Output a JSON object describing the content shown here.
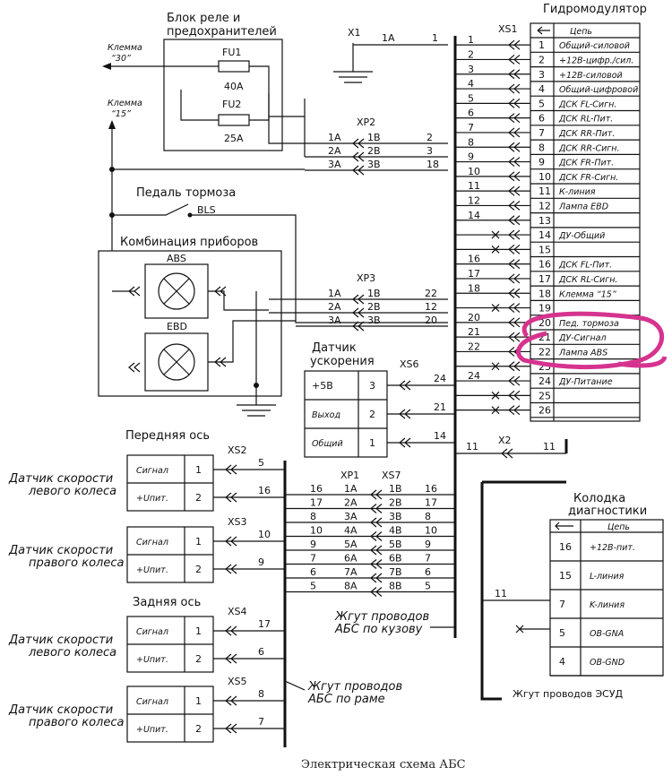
{
  "caption": "Электрическая схема АБС",
  "relay_block": {
    "title_1": "Блок реле и",
    "title_2": "предохранителей",
    "fu1": "FU1",
    "fu1_rating": "40A",
    "fu2": "FU2",
    "fu2_rating": "25A"
  },
  "terminals": {
    "k30_1": "Клемма",
    "k30_2": "“30”",
    "k15_1": "Клемма",
    "k15_2": "“15”"
  },
  "x1": {
    "name": "X1",
    "pin": "1A"
  },
  "brake": {
    "title": "Педаль тормоза",
    "switch": "BLS"
  },
  "cluster": {
    "title": "Комбинация приборов",
    "abs": "ABS",
    "ebd": "EBD"
  },
  "xp2": {
    "name": "XP2",
    "rows": [
      {
        "a": "1A",
        "b": "1B",
        "w": "2"
      },
      {
        "a": "2A",
        "b": "2B",
        "w": "3"
      },
      {
        "a": "3A",
        "b": "3B",
        "w": "18"
      }
    ]
  },
  "xp3": {
    "name": "XP3",
    "rows": [
      {
        "a": "1A",
        "b": "1B",
        "w": "22"
      },
      {
        "a": "2A",
        "b": "2B",
        "w": "12"
      },
      {
        "a": "3A",
        "b": "3B",
        "w": "20"
      }
    ]
  },
  "modulator": {
    "title": "Гидромодулятор",
    "connector": "XS1",
    "header": "Цепь",
    "pins": [
      {
        "n": "1",
        "label": "Общий-силовой",
        "w": "1"
      },
      {
        "n": "2",
        "label": "+12B-цифр./сил.",
        "w": "2"
      },
      {
        "n": "3",
        "label": "+12B-силовой",
        "w": "3"
      },
      {
        "n": "4",
        "label": "Общий-цифровой",
        "w": "4"
      },
      {
        "n": "5",
        "label": "ДСК FL-Сигн.",
        "w": "5"
      },
      {
        "n": "6",
        "label": "ДСК RL-Пит.",
        "w": "6"
      },
      {
        "n": "7",
        "label": "ДСК RR-Пит.",
        "w": "7"
      },
      {
        "n": "8",
        "label": "ДСК RR-Сигн.",
        "w": "8"
      },
      {
        "n": "9",
        "label": "ДСК FR-Пит.",
        "w": "9"
      },
      {
        "n": "10",
        "label": "ДСК FR-Сигн.",
        "w": "10"
      },
      {
        "n": "11",
        "label": "К-линия",
        "w": "11"
      },
      {
        "n": "12",
        "label": "Лампа EBD",
        "w": "12"
      },
      {
        "n": "13",
        "label": "",
        "w": "14"
      },
      {
        "n": "14",
        "label": "ДУ-Общий",
        "w": ""
      },
      {
        "n": "15",
        "label": "",
        "w": ""
      },
      {
        "n": "16",
        "label": "ДСК FL-Пит.",
        "w": "16"
      },
      {
        "n": "17",
        "label": "ДСК RL-Сигн.",
        "w": "17"
      },
      {
        "n": "18",
        "label": "Клемма “15”",
        "w": "18"
      },
      {
        "n": "19",
        "label": "",
        "w": ""
      },
      {
        "n": "20",
        "label": "Пед. тормоза",
        "w": "20"
      },
      {
        "n": "21",
        "label": "ДУ-Сигнал",
        "w": "21"
      },
      {
        "n": "22",
        "label": "Лампа ABS",
        "w": "22"
      },
      {
        "n": "23",
        "label": "",
        "w": ""
      },
      {
        "n": "24",
        "label": "ДУ-Питание",
        "w": "24"
      },
      {
        "n": "25",
        "label": "",
        "w": ""
      },
      {
        "n": "26",
        "label": "",
        "w": ""
      }
    ]
  },
  "accel": {
    "title_1": "Датчик",
    "title_2": "ускорения",
    "connector": "XS6",
    "rows": [
      {
        "sig": "+5B",
        "pin": "3",
        "w": "24"
      },
      {
        "sig": "Выход",
        "pin": "2",
        "w": "21"
      },
      {
        "sig": "Общий",
        "pin": "1",
        "w": "14"
      }
    ]
  },
  "x2": {
    "name": "X2",
    "w_left": "11",
    "w_right": "11"
  },
  "axles": {
    "front": "Передняя ось",
    "rear": "Задняя ось"
  },
  "sensors": [
    {
      "label_1": "Датчик скорости",
      "label_2": "левого колеса",
      "conn": "XS2",
      "rows": [
        {
          "sig": "Сигнал",
          "pin": "1",
          "w": "5"
        },
        {
          "sig": "+Uпит.",
          "pin": "2",
          "w": "16"
        }
      ]
    },
    {
      "label_1": "Датчик скорости",
      "label_2": "правого колеса",
      "conn": "XS3",
      "rows": [
        {
          "sig": "Сигнал",
          "pin": "1",
          "w": "10"
        },
        {
          "sig": "+Uпит.",
          "pin": "2",
          "w": "9"
        }
      ]
    },
    {
      "label_1": "Датчик скорости",
      "label_2": "левого колеса",
      "conn": "XS4",
      "rows": [
        {
          "sig": "Сигнал",
          "pin": "1",
          "w": "17"
        },
        {
          "sig": "+Uпит.",
          "pin": "2",
          "w": "6"
        }
      ]
    },
    {
      "label_1": "Датчик скорости",
      "label_2": "правого колеса",
      "conn": "XS5",
      "rows": [
        {
          "sig": "Сигнал",
          "pin": "1",
          "w": "8"
        },
        {
          "sig": "+Uпит.",
          "pin": "2",
          "w": "7"
        }
      ]
    }
  ],
  "xp1_xs7": {
    "xp1": "XP1",
    "xs7": "XS7",
    "rows": [
      {
        "l": "16",
        "a": "1A",
        "b": "1B",
        "r": "16"
      },
      {
        "l": "17",
        "a": "2A",
        "b": "2B",
        "r": "17"
      },
      {
        "l": "8",
        "a": "3A",
        "b": "3B",
        "r": "8"
      },
      {
        "l": "10",
        "a": "4A",
        "b": "4B",
        "r": "10"
      },
      {
        "l": "9",
        "a": "5A",
        "b": "5B",
        "r": "9"
      },
      {
        "l": "7",
        "a": "6A",
        "b": "6B",
        "r": "7"
      },
      {
        "l": "6",
        "a": "7A",
        "b": "7B",
        "r": "6"
      },
      {
        "l": "5",
        "a": "8A",
        "b": "8B",
        "r": "5"
      }
    ]
  },
  "harness": {
    "body_1": "Жгут проводов",
    "body_2": "АБС по кузову",
    "frame_1": "Жгут проводов",
    "frame_2": "АБС по раме",
    "ecm": "Жгут проводов ЭСУД"
  },
  "diag": {
    "title_1": "Колодка",
    "title_2": "диагностики",
    "header": "Цепь",
    "rows": [
      {
        "pin": "16",
        "label": "+12В-пит."
      },
      {
        "pin": "15",
        "label": "L-линия"
      },
      {
        "pin": "7",
        "label": "K-линия",
        "w": "11"
      },
      {
        "pin": "5",
        "label": "OB-GNA"
      },
      {
        "pin": "4",
        "label": "OB-GND"
      }
    ]
  },
  "highlight_color": "#d6338f"
}
